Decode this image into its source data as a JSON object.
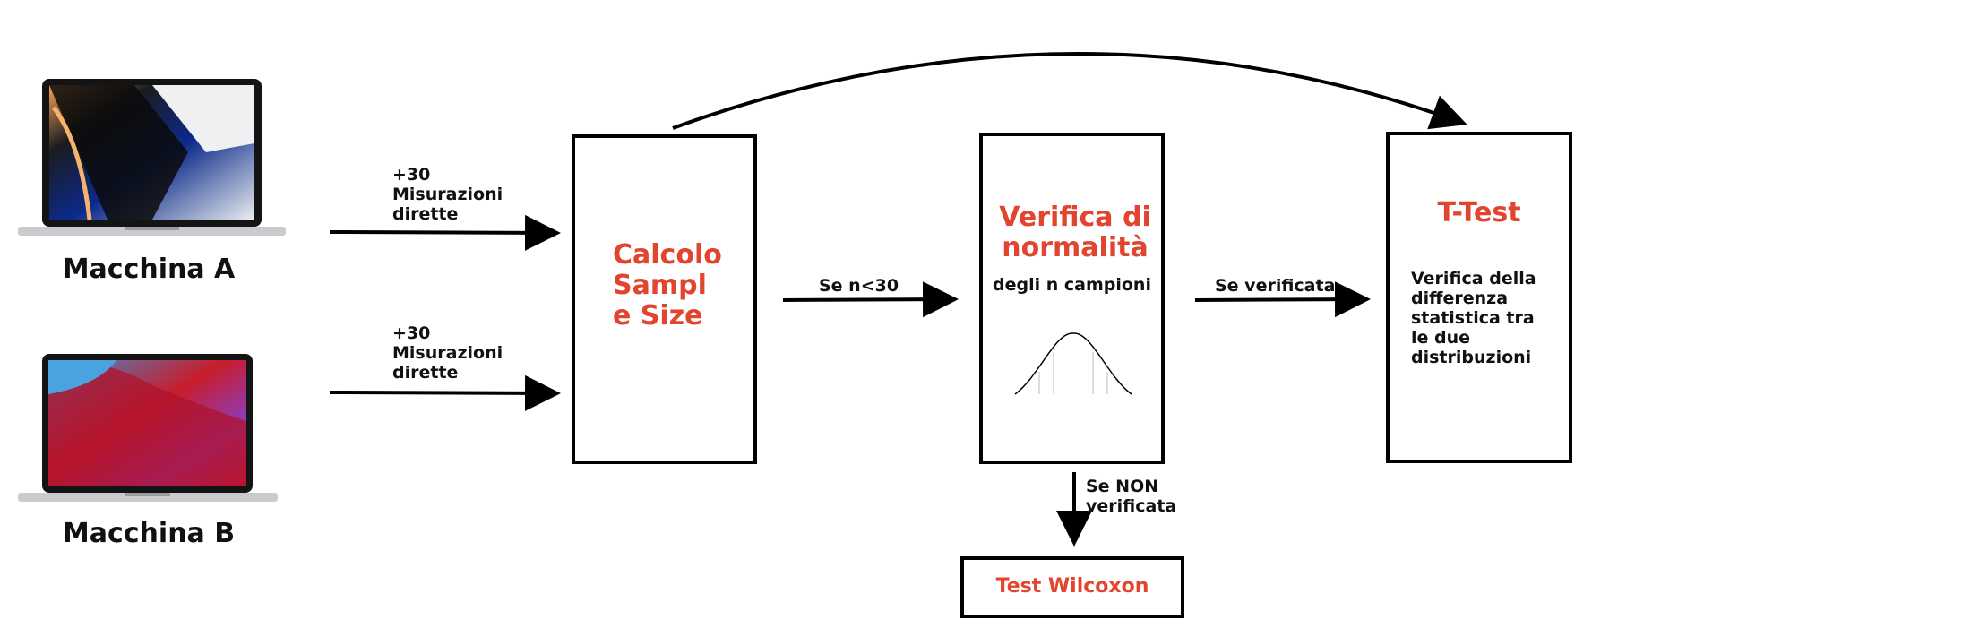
{
  "machines": {
    "a_label": "Macchina A",
    "b_label": "Macchina B"
  },
  "edges": {
    "a_to_calc": "+30\nMisurazioni\ndirette",
    "b_to_calc": "+30\nMisurazioni\ndirette",
    "calc_to_verify": "Se n<30",
    "verify_to_ttest": "Se verificata",
    "verify_to_wilcoxon": "Se NON\nverificata"
  },
  "boxes": {
    "calc_title": "Calcolo\nSampl\ne Size",
    "verify_title": "Verifica di\nnormalità",
    "verify_sub": "degli n campioni",
    "ttest_title": "T-Test",
    "ttest_desc": "Verifica della\ndifferenza\nstatistica tra\nle due\ndistribuzioni",
    "wilcoxon_title": "Test Wilcoxon"
  },
  "colors": {
    "accent": "#e2452f",
    "stroke": "#000000"
  }
}
